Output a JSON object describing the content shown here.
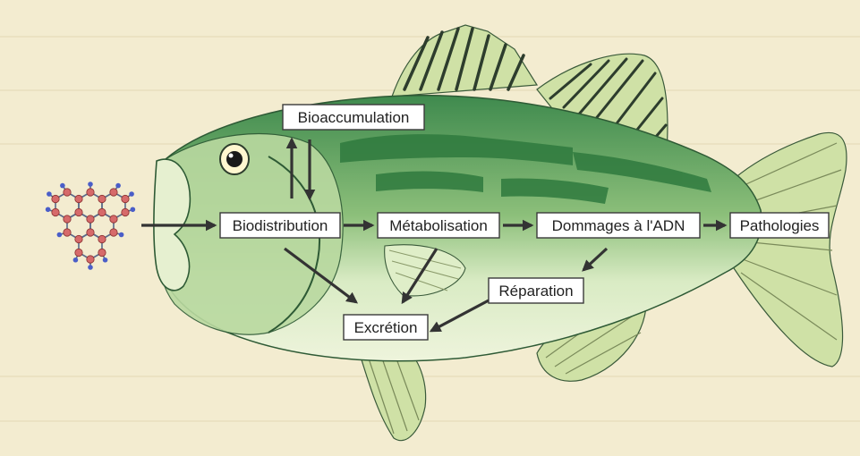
{
  "diagram": {
    "nodes": {
      "bioaccumulation": "Bioaccumulation",
      "biodistribution": "Biodistribution",
      "metabolisation": "Métabolisation",
      "dommages_adn": "Dommages à l'ADN",
      "pathologies": "Pathologies",
      "reparation": "Réparation",
      "excretion": "Excrétion"
    },
    "colors": {
      "fish_body_dark": "#3f8a4e",
      "fish_body_light": "#cfe6b4",
      "fish_belly": "#eef4dc",
      "fin": "#cfe1a6",
      "background": "#f3ecd0",
      "carbon_atom": "#d66a6a",
      "hydrogen_atom": "#4a5ec8"
    },
    "molecule_icon": "polycyclic-aromatic-hydrocarbon-icon",
    "fish_icon": "largemouth-bass-illustration"
  }
}
